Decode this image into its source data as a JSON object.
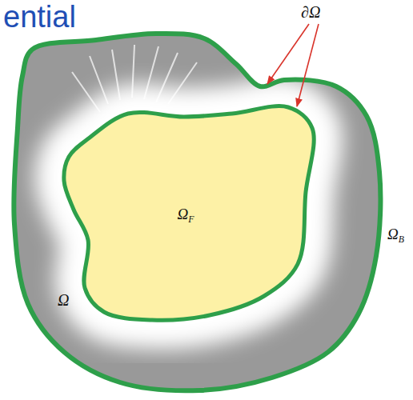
{
  "diagram": {
    "title": "ential",
    "nodes": [
      {
        "text": [
          "Ω"
        ]
      },
      {
        "text": [
          "ΩF"
        ],
        "in": 0
      }
    ],
    "labels": [
      "∂Ω",
      "ΩB"
    ]
  }
}
